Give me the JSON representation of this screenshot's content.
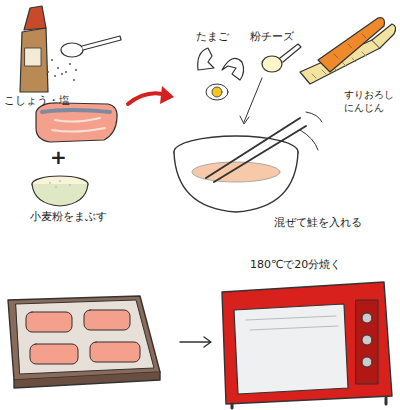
{
  "diagram": {
    "labels": [
      "こしょう・塩",
      "+",
      "小麦粉をまぶす",
      "たまご",
      "粉チーズ",
      "すりおろし にんじん",
      "混ぜて鮭を入れる",
      "180℃で20分焼く"
    ]
  }
}
